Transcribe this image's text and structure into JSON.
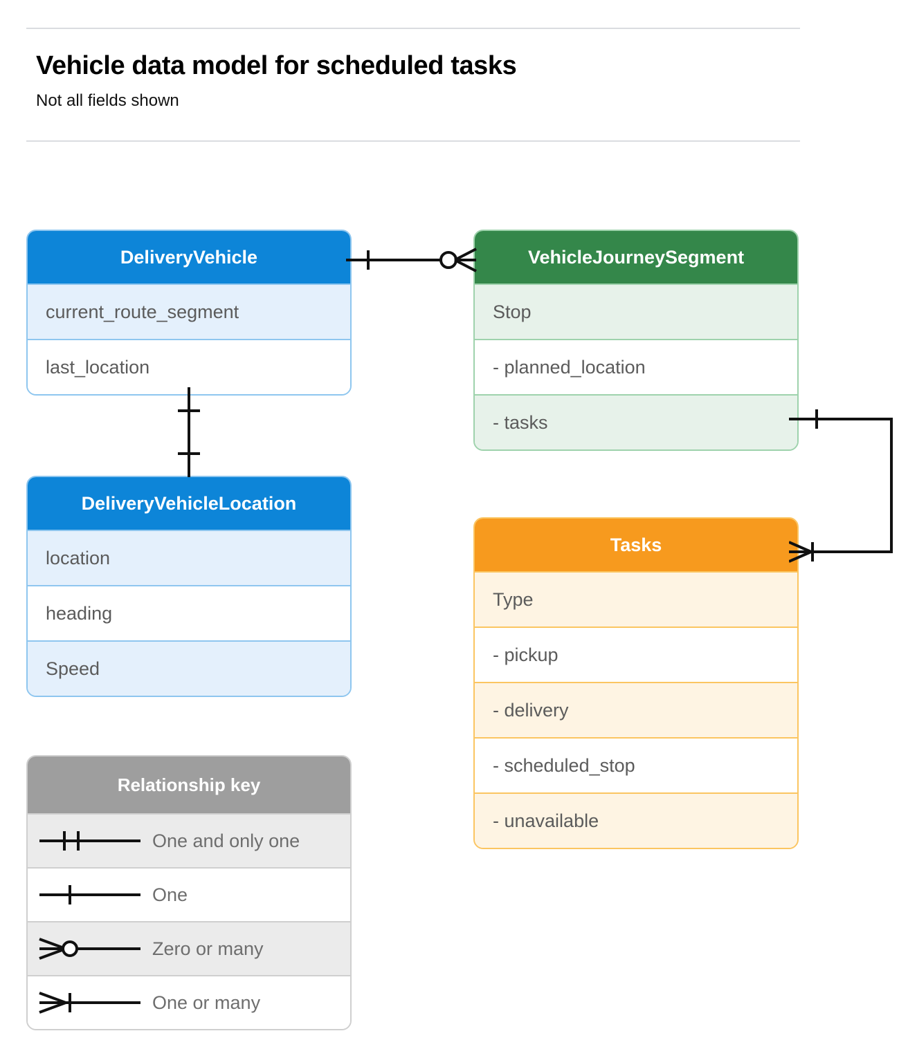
{
  "header": {
    "title": "Vehicle data model for scheduled tasks",
    "subtitle": "Not all fields shown"
  },
  "colors": {
    "blue_header": "#0d85d8",
    "blue_row": "#e4f0fc",
    "blue_border": "#8ec6ef",
    "green_header": "#34874a",
    "green_row": "#e7f2ea",
    "green_border": "#9ed2ac",
    "orange_header": "#f79a1e",
    "orange_row": "#fef4e3",
    "orange_border": "#fbc561",
    "gray_header": "#9e9e9e",
    "gray_row": "#ebebeb",
    "gray_border": "#cfcfcf",
    "field_text": "#5b5b5b",
    "rule": "#dadce0",
    "connector": "#111111"
  },
  "entities": [
    {
      "id": "delivery-vehicle",
      "name": "DeliveryVehicle",
      "theme": "blue",
      "fields": [
        "current_route_segment",
        "last_location"
      ]
    },
    {
      "id": "vehicle-journey-segment",
      "name": "VehicleJourneySegment",
      "theme": "green",
      "fields": [
        "Stop",
        "-  planned_location",
        "- tasks"
      ]
    },
    {
      "id": "delivery-vehicle-location",
      "name": "DeliveryVehicleLocation",
      "theme": "blue",
      "fields": [
        "location",
        "heading",
        "Speed"
      ]
    },
    {
      "id": "tasks",
      "name": "Tasks",
      "theme": "orange",
      "fields": [
        "Type",
        "-  pickup",
        "-  delivery",
        "-  scheduled_stop",
        "-  unavailable"
      ]
    }
  ],
  "legend": {
    "title": "Relationship key",
    "rows": [
      {
        "symbol": "one-and-only-one-icon",
        "label": "One and only one"
      },
      {
        "symbol": "one-icon",
        "label": "One"
      },
      {
        "symbol": "zero-or-many-icon",
        "label": "Zero or many"
      },
      {
        "symbol": "one-or-many-icon",
        "label": "One or many"
      }
    ]
  },
  "relationships": [
    {
      "id": "dv-vjs",
      "from": "DeliveryVehicle",
      "to": "VehicleJourneySegment",
      "from_cardinality": "One",
      "to_cardinality": "Zero or many"
    },
    {
      "id": "dv-dvl",
      "from": "DeliveryVehicle",
      "to": "DeliveryVehicleLocation",
      "from_cardinality": "One",
      "to_cardinality": "One"
    },
    {
      "id": "vjs-tasks",
      "from": "VehicleJourneySegment.tasks",
      "to": "Tasks",
      "from_cardinality": "One",
      "to_cardinality": "One or many"
    }
  ]
}
